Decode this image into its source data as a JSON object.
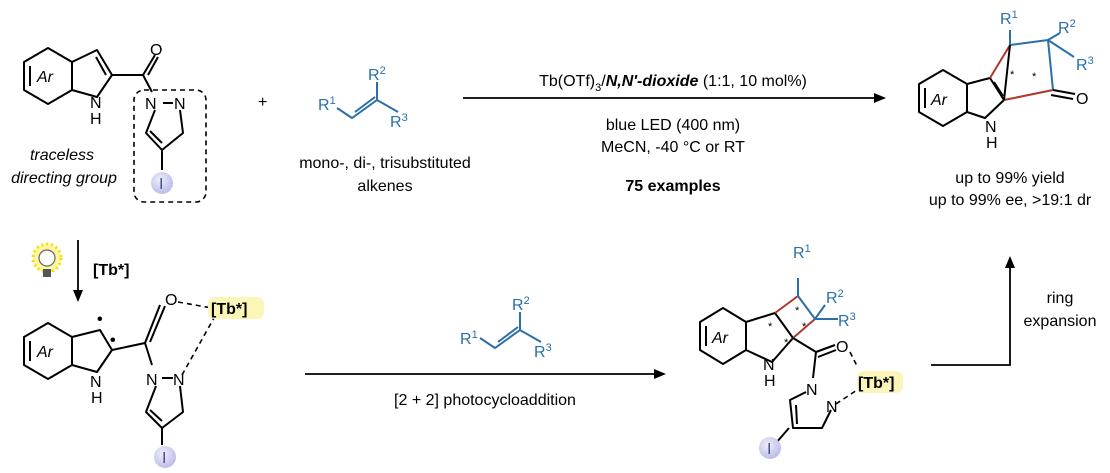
{
  "substrate": {
    "ar": "Ar",
    "nh_n": "N",
    "nh_h": "H",
    "o": "O",
    "n1": "N",
    "n2": "N",
    "iodine": "I",
    "label_line1": "traceless",
    "label_line2": "directing group"
  },
  "plus": "+",
  "alkene": {
    "r1": "R",
    "r1_sup": "1",
    "r2": "R",
    "r2_sup": "2",
    "r3": "R",
    "r3_sup": "3",
    "label_line1": "mono-, di-, trisubstituted",
    "label_line2": "alkenes"
  },
  "conditions": {
    "catalyst_a": "Tb(OTf)",
    "catalyst_sub": "3",
    "catalyst_b": "/",
    "ligand": "N,N'-dioxide",
    "ratio": " (1:1, 10 mol%)",
    "light": "blue LED (400 nm)",
    "solvent": "MeCN, -40 °C or RT",
    "examples": "75 examples"
  },
  "product": {
    "ar": "Ar",
    "n": "N",
    "h": "H",
    "o": "O",
    "star": "*",
    "r1": "R",
    "r1_sup": "1",
    "r2": "R",
    "r2_sup": "2",
    "r3": "R",
    "r3_sup": "3",
    "yield": "up to 99% yield",
    "selectivity": "up to 99% ee, >19:1 dr"
  },
  "excitation": {
    "catalyst": "[Tb*]"
  },
  "intermediate": {
    "ar": "Ar",
    "n": "N",
    "h": "H",
    "o": "O",
    "n1": "N",
    "n2": "N",
    "iodine": "I",
    "tb": "[Tb*]",
    "radical": "•"
  },
  "cycloaddition": {
    "label": "[2 + 2]  photocycloaddition"
  },
  "cyclobutane": {
    "ar": "Ar",
    "n": "N",
    "h": "H",
    "o": "O",
    "n1": "N",
    "n2": "N",
    "iodine": "I",
    "tb": "[Tb*]",
    "star": "*"
  },
  "ring_expansion": {
    "line1": "ring",
    "line2": "expansion"
  },
  "colors": {
    "alkene": "#2a6fa8",
    "new_bond": "#b0352a",
    "tb_highlight": "#fbf6b8",
    "iodine": "#c9c9ee"
  }
}
